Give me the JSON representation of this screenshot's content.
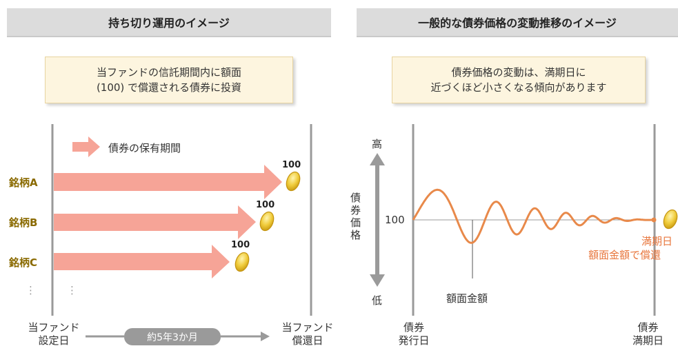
{
  "left": {
    "header": "持ち切り運用のイメージ",
    "note_line1": "当ファンドの信託期間内に額面",
    "note_line2": "(100) で償還される債券に投資",
    "legend_label": "債券の保有期間",
    "bonds": [
      {
        "name": "銘柄A",
        "value": "100"
      },
      {
        "name": "銘柄B",
        "value": "100"
      },
      {
        "name": "銘柄C",
        "value": "100"
      }
    ],
    "ellipsis": "⋮",
    "start_line1": "当ファンド",
    "start_line2": "設定日",
    "end_line1": "当ファンド",
    "end_line2": "償還日",
    "duration": "約5年3か月"
  },
  "right": {
    "header": "一般的な債券価格の変動推移のイメージ",
    "note_line1": "債券価格の変動は、満期日に",
    "note_line2": "近づくほど小さくなる傾向があります",
    "axis_high": "高",
    "axis_low": "低",
    "axis_label": "債券価格",
    "par_value": "100",
    "face_value_label": "額面金額",
    "maturity_line1": "満期日",
    "maturity_line2": "額面金額で償還",
    "issue_line1": "債券",
    "issue_line2": "発行日",
    "mature_line1": "債券",
    "mature_line2": "満期日"
  },
  "colors": {
    "header_bg": "#dcdcdc",
    "note_bg": "#fdf5df",
    "arrow": "#f6a497",
    "wave": "#e8894a",
    "coin": "#e8c23a",
    "brand_text": "#8a6a00",
    "maturity_text": "#e8763c"
  }
}
